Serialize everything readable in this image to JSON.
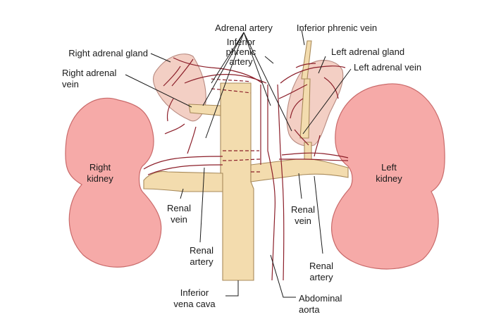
{
  "labels": {
    "adrenal_artery": "Adrenal artery",
    "inferior_phrenic_vein": "Inferior phrenic vein",
    "inferior_phrenic_artery_l1": "Inferior",
    "inferior_phrenic_artery_l2": "phrenic",
    "inferior_phrenic_artery_l3": "artery",
    "right_adrenal_gland": "Right adrenal gland",
    "left_adrenal_gland": "Left adrenal gland",
    "right_adrenal_vein_l1": "Right adrenal",
    "right_adrenal_vein_l2": "vein",
    "left_adrenal_vein": "Left adrenal vein",
    "right_kidney_l1": "Right",
    "right_kidney_l2": "kidney",
    "left_kidney_l1": "Left",
    "left_kidney_l2": "kidney",
    "renal_vein_right_l1": "Renal",
    "renal_vein_right_l2": "vein",
    "renal_vein_left_l1": "Renal",
    "renal_vein_left_l2": "vein",
    "renal_artery_right_l1": "Renal",
    "renal_artery_right_l2": "artery",
    "renal_artery_left_l1": "Renal",
    "renal_artery_left_l2": "artery",
    "ivc_l1": "Inferior",
    "ivc_l2": "vena cava",
    "aorta_l1": "Abdominal",
    "aorta_l2": "aorta"
  },
  "colors": {
    "kidney": "#f6aaa8",
    "kidney_stroke": "#c96a6a",
    "adrenal": "#f3cfc4",
    "adrenal_stroke": "#b78a80",
    "vein": "#f3dcae",
    "artery": "#8c1f2a"
  }
}
